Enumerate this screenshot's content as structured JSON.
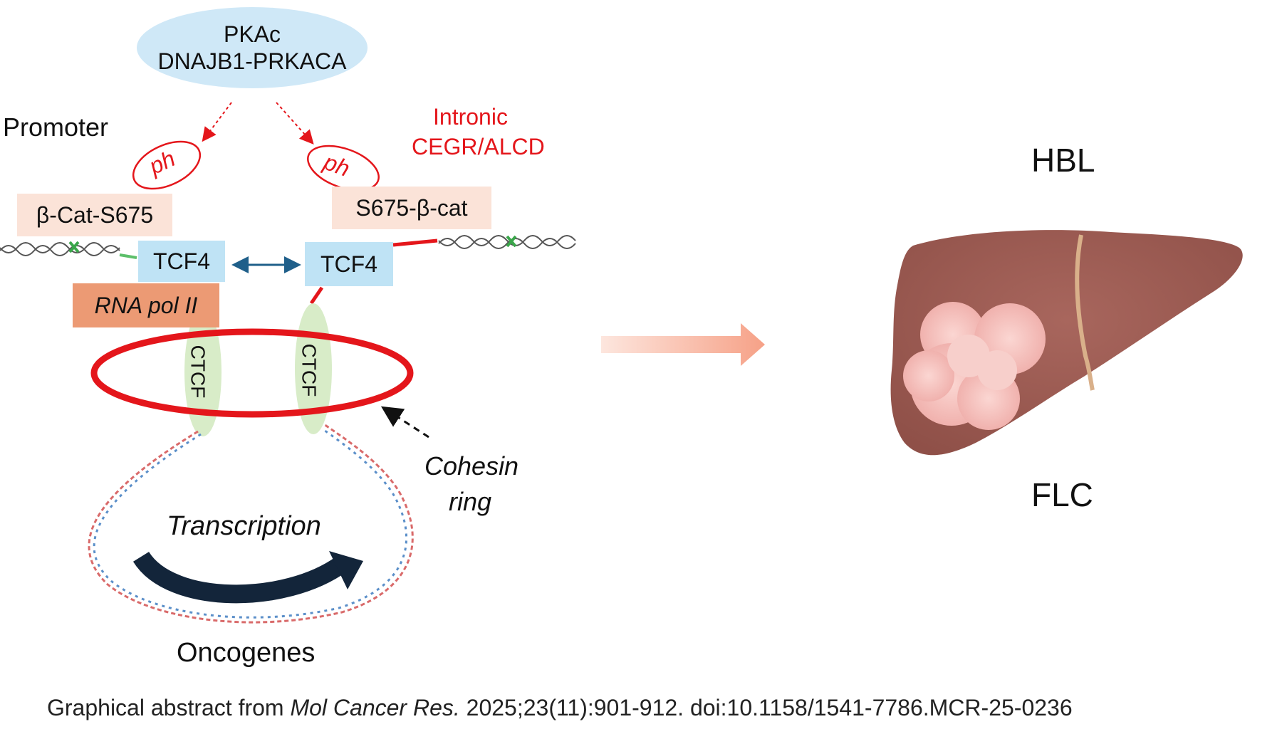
{
  "diagram": {
    "pkac_line1": "PKAc",
    "pkac_line2": "DNAJB1-PRKACA",
    "promoter": "Promoter",
    "intronic_line1": "Intronic",
    "intronic_line2": "CEGR/ALCD",
    "ph": "ph",
    "bcat_promoter": "β-Cat-S675",
    "bcat_intronic": "S675-β-cat",
    "tcf4": "TCF4",
    "rna_pol": "RNA pol II",
    "ctcf": "CTCF",
    "cohesin_line1": "Cohesin",
    "cohesin_line2": "ring",
    "transcription": "Transcription",
    "oncogenes": "Oncogenes",
    "hbl": "HBL",
    "flc": "FLC"
  },
  "citation": {
    "prefix": "Graphical abstract from ",
    "journal": "Mol Cancer Res.",
    "details": " 2025;23(11):901-912. doi:10.1158/1541-7786.MCR-25-0236"
  },
  "colors": {
    "accent_red": "#e4161b",
    "liver": "#a0625a",
    "tumor": "#f4c4c0",
    "ellipse_blue": "#cfe8f7",
    "box_blue": "#bfe3f5",
    "box_pink": "#fbe3d8",
    "box_orange": "#ec9a74",
    "ctcf_green": "#d8ecc8"
  }
}
